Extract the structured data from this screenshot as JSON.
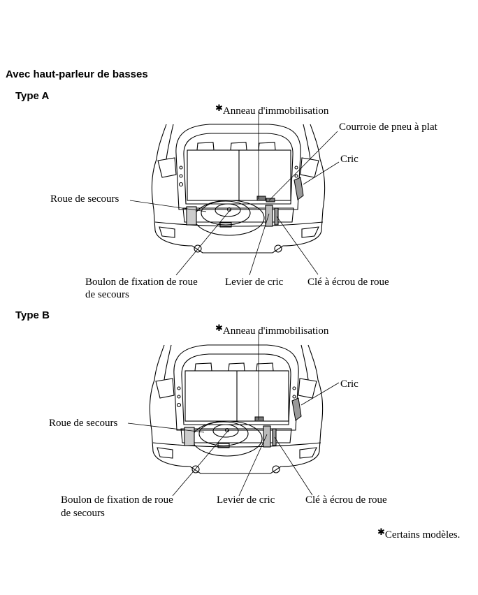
{
  "section_title": "Avec haut-parleur de basses",
  "type_a": {
    "title": "Type A",
    "labels": {
      "anneau": "Anneau d'immobilisation",
      "courroie": "Courroie de pneu à plat",
      "cric": "Cric",
      "roue": "Roue de secours",
      "boulon_1": "Boulon de fixation de roue",
      "boulon_2": "de secours",
      "levier": "Levier de cric",
      "cle": "Clé à écrou de roue"
    }
  },
  "type_b": {
    "title": "Type B",
    "labels": {
      "anneau": "Anneau d'immobilisation",
      "cric": "Cric",
      "roue": "Roue de secours",
      "boulon_1": "Boulon de fixation de roue",
      "boulon_2": "de secours",
      "levier": "Levier de cric",
      "cle": "Clé à écrou de roue"
    }
  },
  "asterisk": "✱",
  "footnote": "Certains modèles."
}
